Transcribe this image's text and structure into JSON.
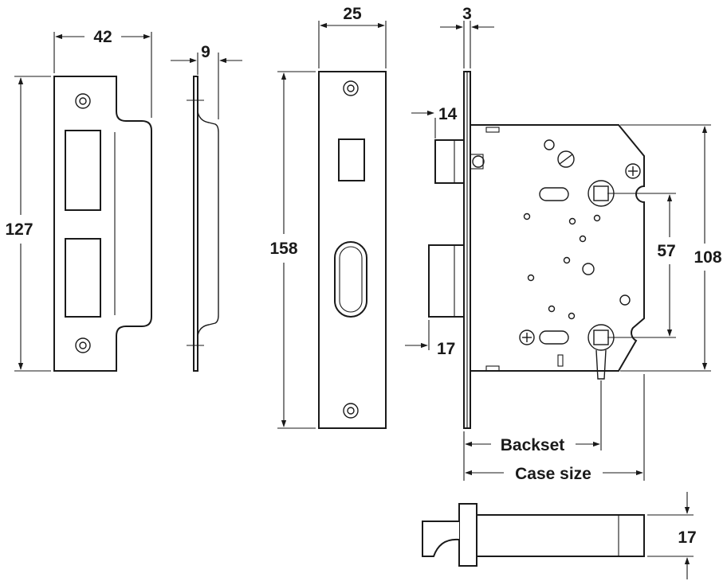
{
  "strike_plate": {
    "width": "42",
    "height": "127"
  },
  "strike_side_view": {
    "depth": "9"
  },
  "forend": {
    "width": "25",
    "height": "158"
  },
  "forend_thickness": {
    "value": "3"
  },
  "lock_case": {
    "latch_projection": "14",
    "bolt_projection": "17",
    "spindle_to_keyhole": "57",
    "case_height": "108",
    "backset_label": "Backset",
    "case_size_label": "Case size"
  },
  "bottom_view": {
    "thickness": "17"
  }
}
